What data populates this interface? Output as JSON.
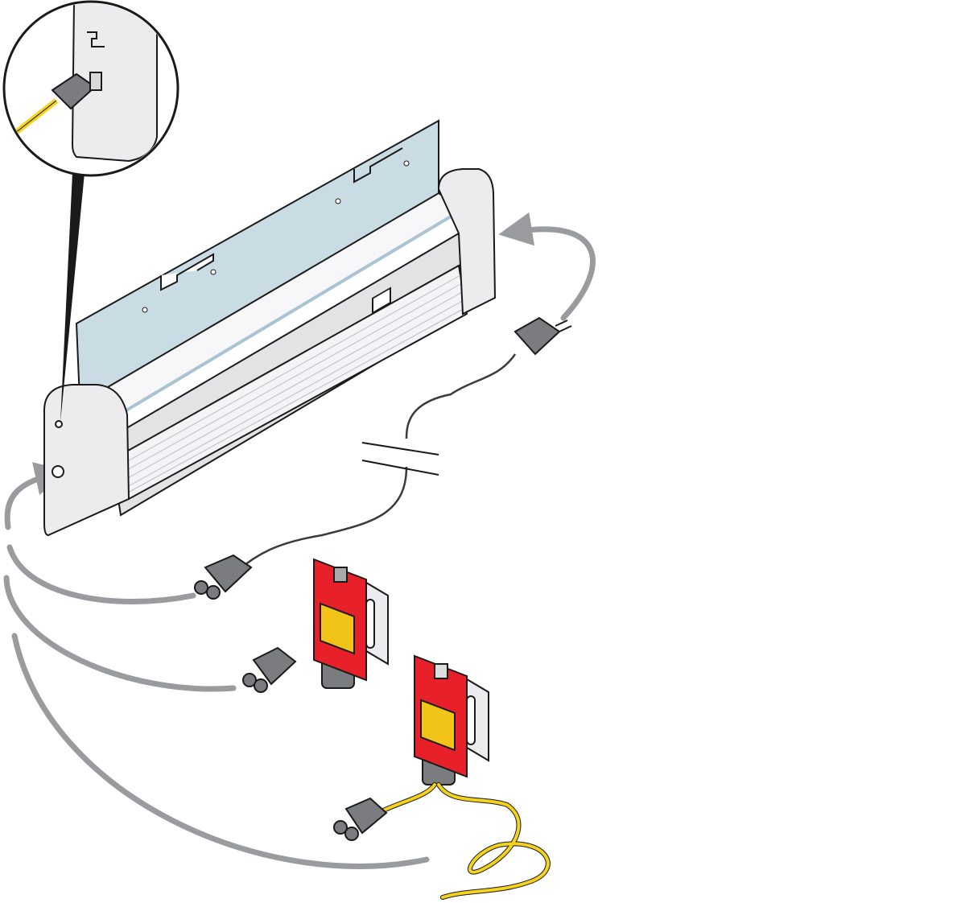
{
  "illustration": {
    "subject": "",
    "colors": {
      "background": "#ffffff",
      "outline": "#1a1a1a",
      "lamp_housing": "#ececef",
      "mounting_plate": "#c9dbe3",
      "arrow": "#9a9b9e",
      "connector": "#7b7c80",
      "switch_body": "#e8202a",
      "switch_label": "#f2c318",
      "yellow_cable": "#f5d31c",
      "black_cable": "#3a3a3a"
    },
    "icons": [
      "magnifier-inset",
      "curved-arrow",
      "connector-plug",
      "safety-switch",
      "cable-break-mark"
    ]
  }
}
